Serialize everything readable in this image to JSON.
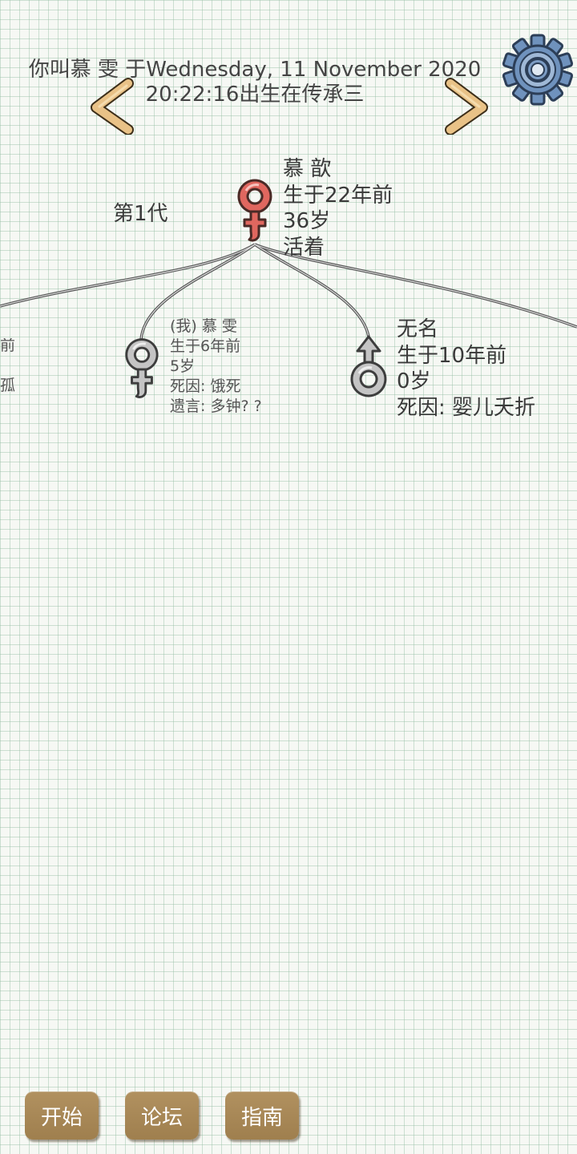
{
  "header": {
    "line1": "你叫慕 雯 于Wednesday, 11 November 2020",
    "line2": "20:22:16出生在传承三"
  },
  "icons": {
    "prev": "chevron-left-icon",
    "next": "chevron-right-icon",
    "settings": "gear-icon",
    "female": "female-symbol-icon",
    "male": "male-symbol-icon"
  },
  "colors": {
    "arrow": "#e7bf82",
    "gear": "#5a7fae",
    "button": "#a9895a",
    "female_living": "#e0675f",
    "deceased": "#bdbdbd"
  },
  "tree": {
    "generation_label": "第1代",
    "parent": {
      "name": "慕 歆",
      "born": "生于22年前",
      "age": "36岁",
      "status": "活着"
    },
    "children": [
      {
        "line1": "年前",
        "line2": "",
        "line3": "孤"
      },
      {
        "name": "(我) 慕 雯",
        "born": "生于6年前",
        "age": "5岁",
        "death": "死因: 饿死",
        "last_words": "遗言: 多钟? ?"
      },
      {
        "name": "无名",
        "born": "生于10年前",
        "age": "0岁",
        "death": "死因: 婴儿夭折"
      }
    ]
  },
  "buttons": {
    "start": "开始",
    "forum": "论坛",
    "guide": "指南"
  }
}
